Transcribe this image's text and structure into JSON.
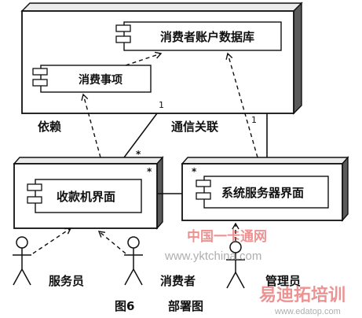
{
  "nodes": {
    "db_node": {
      "components": {
        "account_db": "消费者账户数据库",
        "transactions": "消费事项"
      }
    },
    "pos_node": {
      "components": {
        "pos_ui": "收款机界面"
      }
    },
    "server_node": {
      "components": {
        "server_ui": "系统服务器界面"
      }
    }
  },
  "relations": {
    "dependency": "依赖",
    "communication": "通信关联",
    "multiplicity_left": "1",
    "multiplicity_right": "1",
    "star_left": "*",
    "star_right": "*"
  },
  "actors": {
    "service_staff": "服务员",
    "consumer": "消费者",
    "administrator": "管理员"
  },
  "caption": {
    "figure_number": "图6",
    "title": "部署图"
  },
  "watermarks": {
    "site_cn": "中国一卡通网",
    "site_url": "www.yktchina.com",
    "brand_cn": "易迪拓培训",
    "brand_url": "www.edatop.com"
  }
}
